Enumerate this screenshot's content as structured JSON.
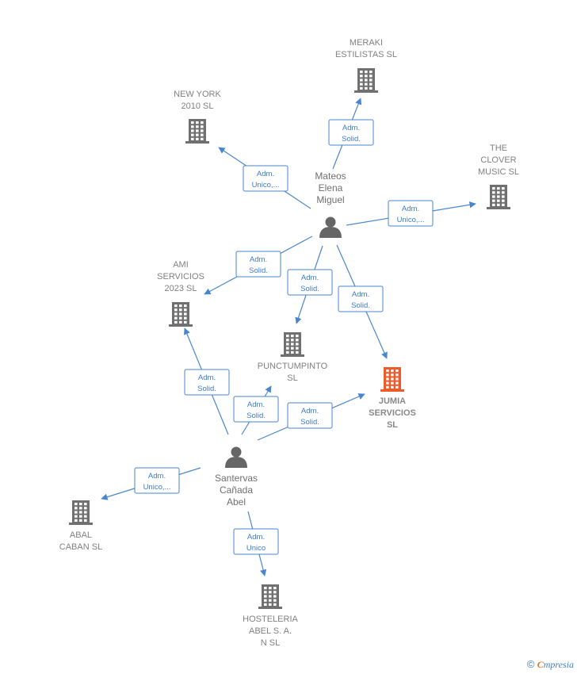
{
  "colors": {
    "company": "#707070",
    "company_focus": "#ee5a2a",
    "person": "#666666",
    "edge": "#4a86d0"
  },
  "nodes": [
    {
      "id": "meraki",
      "type": "company",
      "lines": [
        "MERAKI",
        "ESTILISTAS  SL"
      ]
    },
    {
      "id": "newyork",
      "type": "company",
      "lines": [
        "NEW YORK",
        "2010 SL"
      ]
    },
    {
      "id": "clover",
      "type": "company",
      "lines": [
        "THE",
        "CLOVER",
        "MUSIC  SL"
      ]
    },
    {
      "id": "mateos",
      "type": "person",
      "lines": [
        "Mateos",
        "Elena",
        "Miguel"
      ]
    },
    {
      "id": "ami",
      "type": "company",
      "lines": [
        "AMI",
        "SERVICIOS",
        "2023  SL"
      ]
    },
    {
      "id": "punctum",
      "type": "company",
      "lines": [
        "PUNCTUMPINTO",
        "SL"
      ]
    },
    {
      "id": "jumia",
      "type": "company",
      "focus": true,
      "lines": [
        "JUMIA",
        "SERVICIOS",
        "SL"
      ]
    },
    {
      "id": "santervas",
      "type": "person",
      "lines": [
        "Santervas",
        "Cañada",
        "Abel"
      ]
    },
    {
      "id": "abal",
      "type": "company",
      "lines": [
        "ABAL",
        "CABAN SL"
      ]
    },
    {
      "id": "hosteleria",
      "type": "company",
      "lines": [
        "HOSTELERIA",
        "ABEL S.  A.",
        "N SL"
      ]
    }
  ],
  "edges": [
    {
      "from": "mateos",
      "to": "meraki",
      "label": [
        "Adm.",
        "Solid."
      ]
    },
    {
      "from": "mateos",
      "to": "newyork",
      "label": [
        "Adm.",
        "Unico,..."
      ]
    },
    {
      "from": "mateos",
      "to": "clover",
      "label": [
        "Adm.",
        "Unico,..."
      ]
    },
    {
      "from": "mateos",
      "to": "ami",
      "label": [
        "Adm.",
        "Solid."
      ]
    },
    {
      "from": "mateos",
      "to": "punctum",
      "label": [
        "Adm.",
        "Solid."
      ]
    },
    {
      "from": "mateos",
      "to": "jumia",
      "label": [
        "Adm.",
        "Solid."
      ]
    },
    {
      "from": "santervas",
      "to": "ami",
      "label": [
        "Adm.",
        "Solid."
      ]
    },
    {
      "from": "santervas",
      "to": "punctum",
      "label": [
        "Adm.",
        "Solid."
      ]
    },
    {
      "from": "santervas",
      "to": "jumia",
      "label": [
        "Adm.",
        "Solid."
      ]
    },
    {
      "from": "santervas",
      "to": "abal",
      "label": [
        "Adm.",
        "Unico,..."
      ]
    },
    {
      "from": "santervas",
      "to": "hosteleria",
      "label": [
        "Adm.",
        "Unico"
      ]
    }
  ],
  "footer": {
    "copyright": "©",
    "brand_initial": "C",
    "brand_rest": "mpresia"
  }
}
